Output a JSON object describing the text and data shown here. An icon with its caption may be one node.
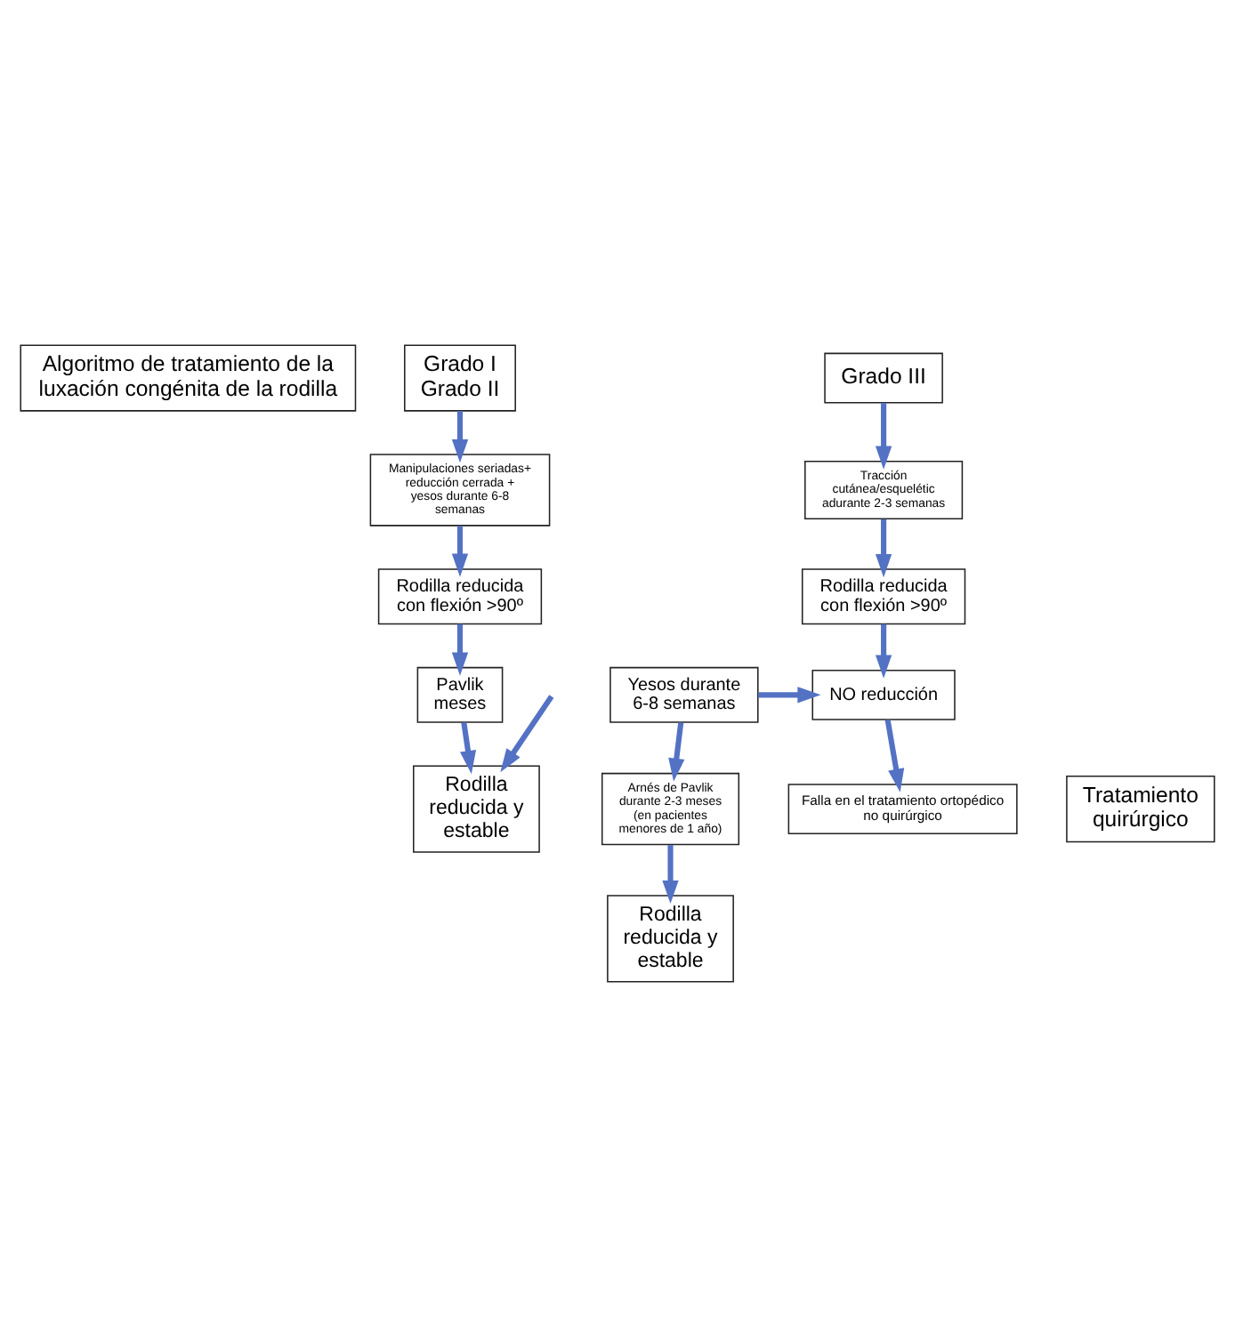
{
  "diagram": {
    "nodes": [
      {
        "text": [
          "Algoritmo de tratamiento de la luxación congénita de la rodilla"
        ]
      },
      {
        "text": [
          "Grado I Grado II"
        ]
      },
      {
        "text": [
          "Grado III"
        ]
      },
      {
        "text": [
          "Manipulaciones seriadas+ reducción cerrada + yesos durante 6-8 semanas"
        ]
      },
      {
        "text": [
          "Tracción cutánea/esquelétic adurante 2-3 semanas"
        ]
      },
      {
        "text": [
          "Rodilla reducida con flexión >90º"
        ]
      },
      {
        "text": [
          "Rodilla reducida con flexión >90º"
        ]
      },
      {
        "text": [
          "Pavlik meses"
        ]
      },
      {
        "text": [
          "NO reducción"
        ]
      },
      {
        "text": [
          "Yesos durante 6-8 semanas"
        ]
      },
      {
        "text": [
          "Rodilla reducida y estable"
        ]
      },
      {
        "text": [
          "Arnés de Pavlik durante 2-3 meses (en pacientes menores de 1 año)"
        ]
      },
      {
        "text": [
          "Rodilla reducida y estable"
        ]
      },
      {
        "text": [
          "Tratamiento quirúrgico"
        ]
      },
      {
        "text": [
          "Falla en el tratamiento ortopédico no quirúrgico"
        ]
      }
    ],
    "edges": [
      {
        "from": 1,
        "to": 3,
        "arrow": "to"
      },
      {
        "from": 3,
        "to": 5,
        "arrow": "to"
      },
      {
        "from": 5,
        "to": 7,
        "arrow": "to"
      },
      {
        "from": 7,
        "to": 10,
        "arrow": "to"
      },
      {
        "from": null,
        "to": 10,
        "arrow": "to"
      },
      {
        "from": 2,
        "to": 4,
        "arrow": "to"
      },
      {
        "from": 4,
        "to": 6,
        "arrow": "to"
      },
      {
        "from": 6,
        "to": 8,
        "arrow": "to"
      },
      {
        "from": 9,
        "to": 8,
        "arrow": "to"
      },
      {
        "from": 9,
        "to": 11,
        "arrow": "to"
      },
      {
        "from": 11,
        "to": 12,
        "arrow": "to"
      },
      {
        "from": 8,
        "to": 14,
        "arrow": "to"
      }
    ]
  }
}
